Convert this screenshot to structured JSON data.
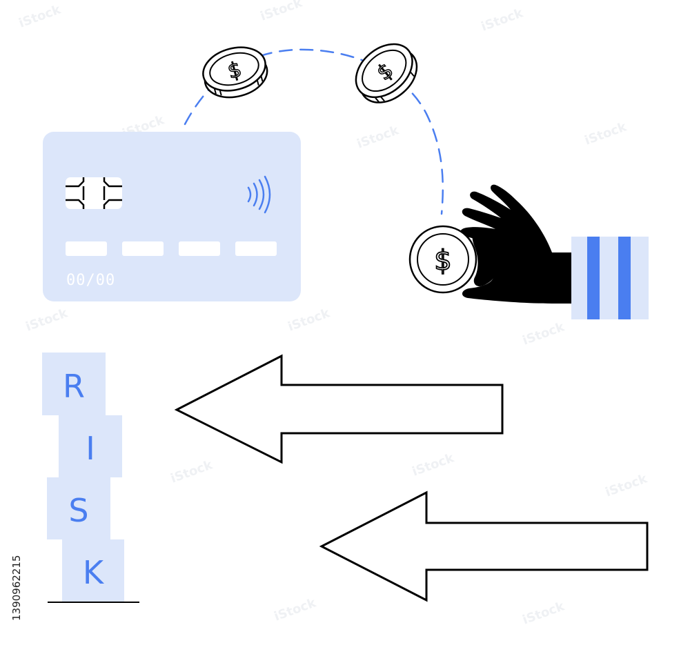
{
  "card": {
    "expiry_text": "00/00",
    "chip_icon": "chip-icon",
    "contactless_icon": "contactless-icon"
  },
  "coins": {
    "symbol": "$",
    "icon": "dollar-coin-icon"
  },
  "risk_blocks": {
    "letters": [
      "R",
      "I",
      "S",
      "K"
    ]
  },
  "stock_id": "1390962215",
  "colors": {
    "accent_blue": "#4A7EF0",
    "light_blue": "#DCE6FA",
    "ink": "#000000",
    "background": "#FFFFFF"
  }
}
